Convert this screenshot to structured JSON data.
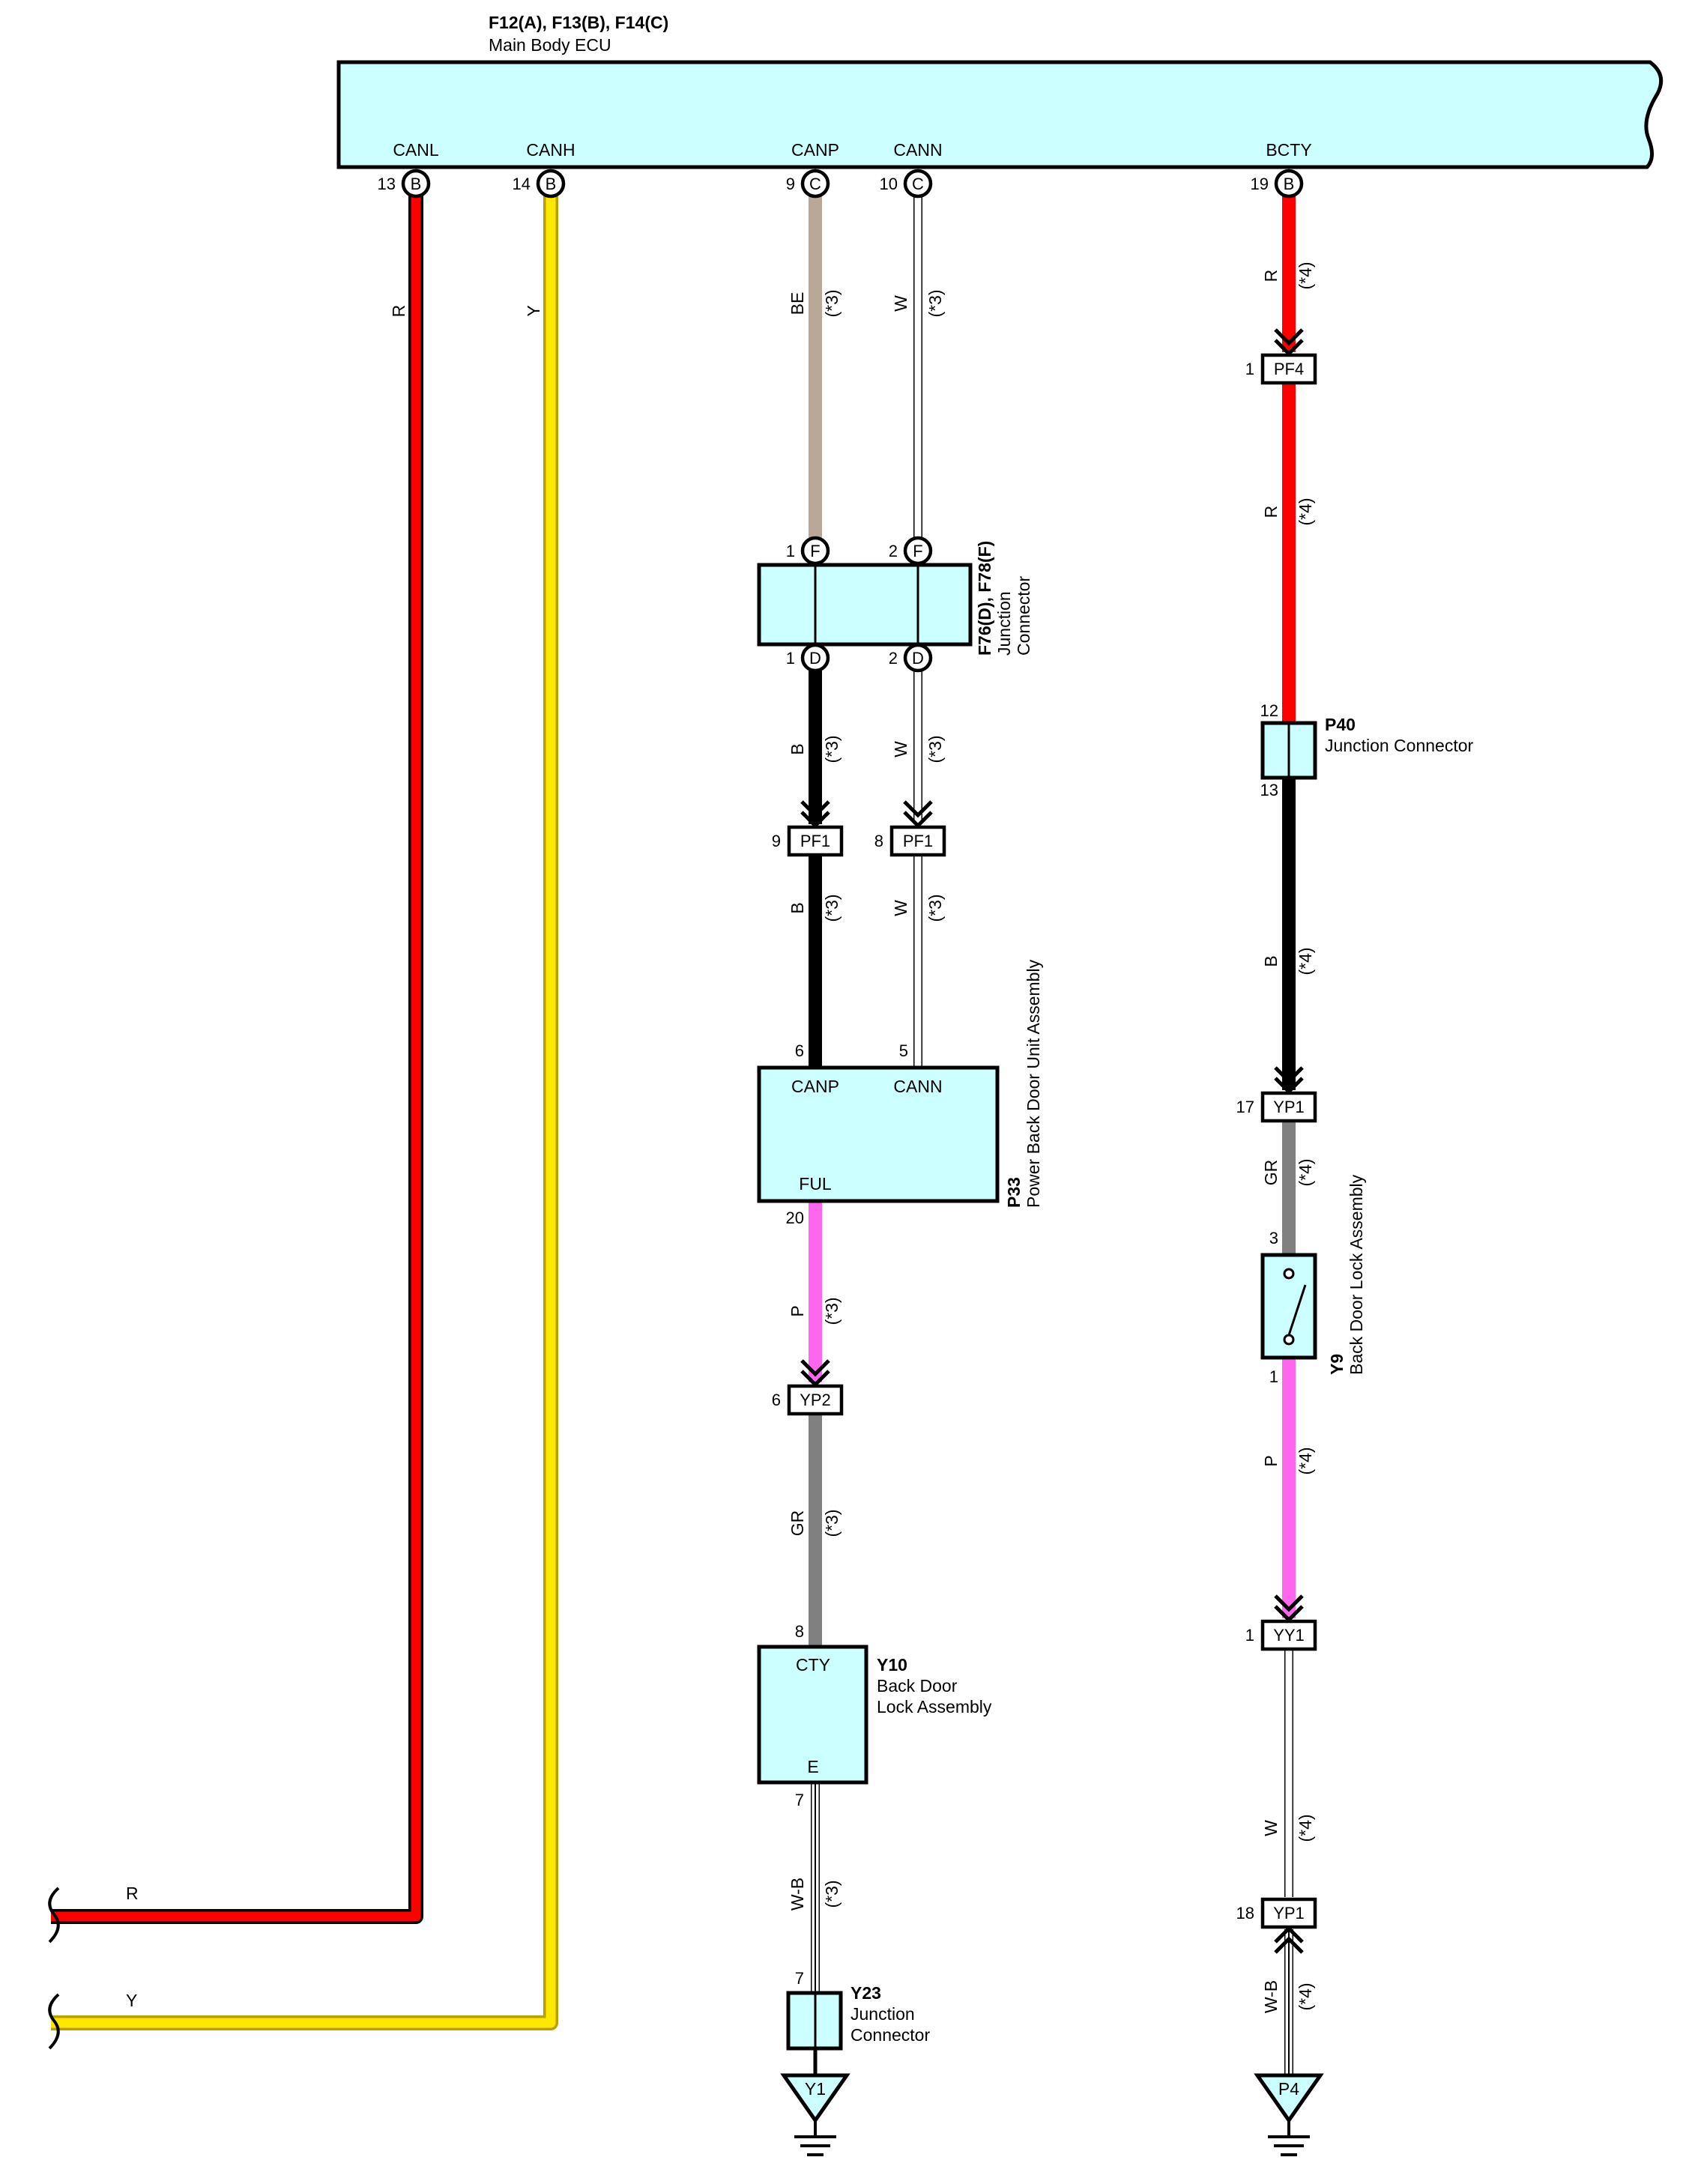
{
  "colors": {
    "component_fill": "#ccffff",
    "wire_R": "#ff0000",
    "wire_Y": "#ffe800",
    "wire_BE": "#b9a797",
    "wire_W": "#ffffff",
    "wire_B": "#000000",
    "wire_P": "#ff66ee",
    "wire_GR": "#808080",
    "wire_WB": "#ffffff"
  },
  "ecu": {
    "title": "F12(A), F13(B), F14(C)",
    "name": "Main Body ECU",
    "terminals": [
      {
        "name": "CANL",
        "pin": "13",
        "conn": "B"
      },
      {
        "name": "CANH",
        "pin": "14",
        "conn": "B"
      },
      {
        "name": "CANP",
        "pin": "9",
        "conn": "C"
      },
      {
        "name": "CANN",
        "pin": "10",
        "conn": "C"
      },
      {
        "name": "BCTY",
        "pin": "19",
        "conn": "B"
      }
    ]
  },
  "wires": {
    "canl": {
      "color": "R"
    },
    "canh": {
      "color": "Y"
    },
    "canp_ecu": {
      "color": "BE",
      "note": "(*3)"
    },
    "cann_ecu": {
      "color": "W",
      "note": "(*3)"
    },
    "canp_jc": {
      "color": "B",
      "note": "(*3)"
    },
    "cann_jc": {
      "color": "W",
      "note": "(*3)"
    },
    "canp_pf": {
      "color": "B",
      "note": "(*3)"
    },
    "cann_pf": {
      "color": "W",
      "note": "(*3)"
    },
    "ful": {
      "color": "P",
      "note": "(*3)"
    },
    "cty": {
      "color": "GR",
      "note": "(*3)"
    },
    "y10_gnd": {
      "color": "W-B",
      "note": "(*3)"
    },
    "bcty_1": {
      "color": "R",
      "note": "(*4)"
    },
    "bcty_2": {
      "color": "R",
      "note": "(*4)"
    },
    "bcty_3": {
      "color": "B",
      "note": "(*4)"
    },
    "bcty_4": {
      "color": "GR",
      "note": "(*4)"
    },
    "bcty_5": {
      "color": "P",
      "note": "(*4)"
    },
    "bcty_6": {
      "color": "W",
      "note": "(*4)"
    },
    "bcty_7": {
      "color": "W-B",
      "note": "(*4)"
    },
    "canl_bottom": {
      "color": "R"
    },
    "canh_bottom": {
      "color": "Y"
    }
  },
  "jc_f76": {
    "name": "F76(D), F78(F)",
    "desc": "Junction Connector",
    "desc_lines": [
      "Junction",
      "Connector"
    ],
    "top_pins": [
      {
        "pin": "1",
        "conn": "F"
      },
      {
        "pin": "2",
        "conn": "F"
      }
    ],
    "bottom_pins": [
      {
        "pin": "1",
        "conn": "D"
      },
      {
        "pin": "2",
        "conn": "D"
      }
    ]
  },
  "plugs": {
    "pf1_a": {
      "name": "PF1",
      "pin": "9"
    },
    "pf1_b": {
      "name": "PF1",
      "pin": "8"
    },
    "yp2": {
      "name": "YP2",
      "pin": "6"
    },
    "pf4": {
      "name": "PF4",
      "pin": "1"
    },
    "yp1_a": {
      "name": "YP1",
      "pin": "17"
    },
    "yy1": {
      "name": "YY1",
      "pin": "1"
    },
    "yp1_b": {
      "name": "YP1",
      "pin": "18"
    }
  },
  "p33": {
    "code": "P33",
    "name": "Power Back Door Unit Assembly",
    "term_canp": "CANP",
    "term_cann": "CANN",
    "term_ful": "FUL",
    "pin_canp": "6",
    "pin_cann": "5",
    "pin_ful": "20"
  },
  "y10": {
    "code": "Y10",
    "name_lines": [
      "Back Door",
      "Lock Assembly"
    ],
    "term_cty": "CTY",
    "term_e": "E",
    "pin_cty": "8",
    "pin_e": "7"
  },
  "y23": {
    "code": "Y23",
    "name_lines": [
      "Junction",
      "Connector"
    ],
    "pin": "7"
  },
  "ground_y1": {
    "name": "Y1"
  },
  "p40": {
    "code": "P40",
    "name": "Junction Connector",
    "pin_in": "12",
    "pin_out": "13"
  },
  "y9": {
    "code": "Y9",
    "name": "Back Door Lock Assembly",
    "pin_in": "3",
    "pin_out": "1"
  },
  "ground_p4": {
    "name": "P4"
  }
}
